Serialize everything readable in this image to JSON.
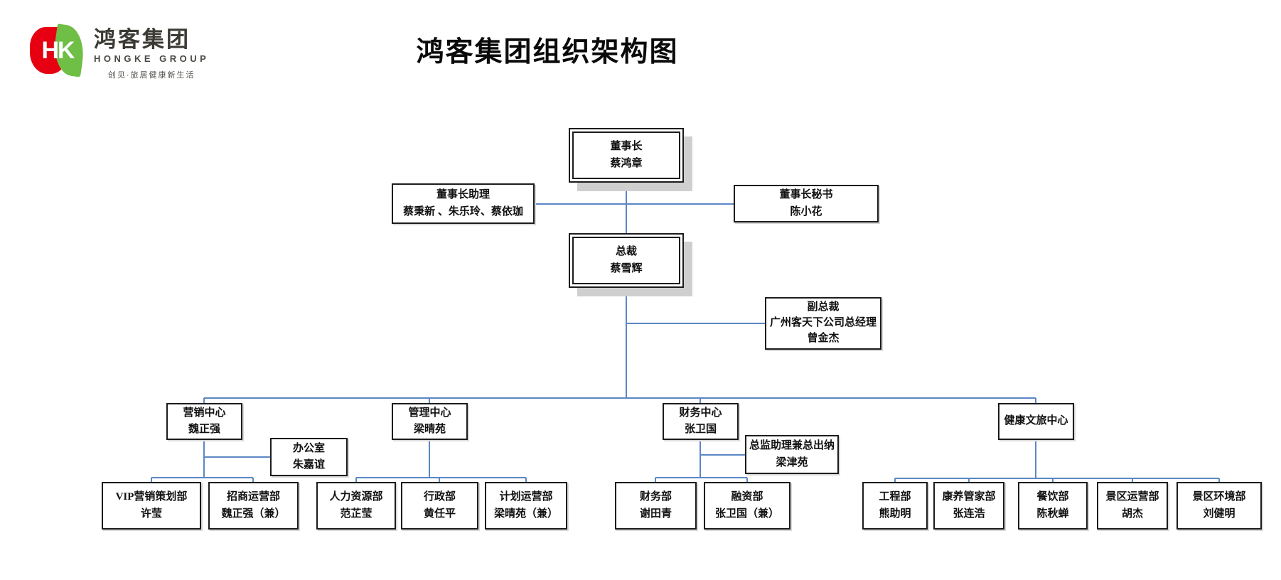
{
  "header": {
    "logo_hk": "HK",
    "logo_cn": "鸿客集团",
    "logo_en": "HONGKE GROUP",
    "tagline": "创见·旅居健康新生活",
    "title": "鸿客集团组织架构图"
  },
  "colors": {
    "connector": "#5b87c5",
    "logo_red": "#e60012",
    "logo_green": "#6fbe45",
    "border": "#1c1c1c",
    "shadow": "#cfcfcf"
  },
  "org": {
    "chairman": {
      "title": "董事长",
      "name": "蔡鸿章"
    },
    "assistant": {
      "title": "董事长助理",
      "name": "蔡秉新 、朱乐玲、蔡依珈"
    },
    "secretary": {
      "title": "董事长秘书",
      "name": "陈小花"
    },
    "president": {
      "title": "总裁",
      "name": "蔡雪辉"
    },
    "vice_president": {
      "title": "副总裁",
      "subtitle": "广州客天下公司总经理",
      "name": "曾金杰"
    },
    "marketing_center": {
      "title": "营销中心",
      "name": "魏正强"
    },
    "office": {
      "title": "办公室",
      "name": "朱嘉谊"
    },
    "management_center": {
      "title": "管理中心",
      "name": "梁晴苑"
    },
    "finance_center": {
      "title": "财务中心",
      "name": "张卫国"
    },
    "treasury_assistant": {
      "title": "总监助理兼总出纳",
      "name": "梁津苑"
    },
    "health_tourism_center": {
      "title": "健康文旅中心"
    },
    "vip_marketing": {
      "title": "VIP营销策划部",
      "name": "许莹"
    },
    "investment_ops": {
      "title": "招商运营部",
      "name": "魏正强（兼）"
    },
    "hr": {
      "title": "人力资源部",
      "name": "范芷莹"
    },
    "admin": {
      "title": "行政部",
      "name": "黄任平"
    },
    "planning_ops": {
      "title": "计划运营部",
      "name": "梁晴苑（兼）"
    },
    "finance_dept": {
      "title": "财务部",
      "name": "谢田青"
    },
    "financing_dept": {
      "title": "融资部",
      "name": "张卫国（兼）"
    },
    "engineering": {
      "title": "工程部",
      "name": "熊助明"
    },
    "wellness_butler": {
      "title": "康养管家部",
      "name": "张连浩"
    },
    "catering": {
      "title": "餐饮部",
      "name": "陈秋蝉"
    },
    "scenic_ops": {
      "title": "景区运营部",
      "name": "胡杰"
    },
    "scenic_env": {
      "title": "景区环境部",
      "name": "刘健明"
    }
  }
}
